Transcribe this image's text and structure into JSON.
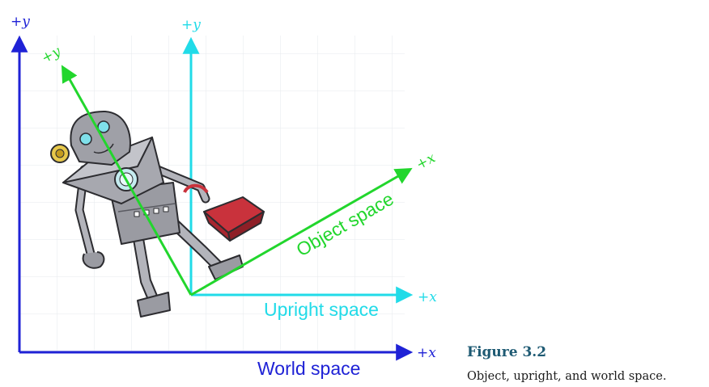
{
  "axes": {
    "world": {
      "y_label": "+y",
      "x_label": "+x",
      "name": "World space",
      "color": "#1f22d6"
    },
    "upright": {
      "y_label": "+y",
      "x_label": "+x",
      "name": "Upright space",
      "color": "#21dbe8"
    },
    "object": {
      "y_label": "+y",
      "x_label": "+x",
      "name": "Object space",
      "color": "#22d62d"
    }
  },
  "figure": {
    "number": "Figure 3.2",
    "caption": "Object, upright, and world space."
  },
  "illustration": {
    "subject": "robot-illustration",
    "accent_color": "#c9323c",
    "body_color": "#9a9ba2"
  }
}
